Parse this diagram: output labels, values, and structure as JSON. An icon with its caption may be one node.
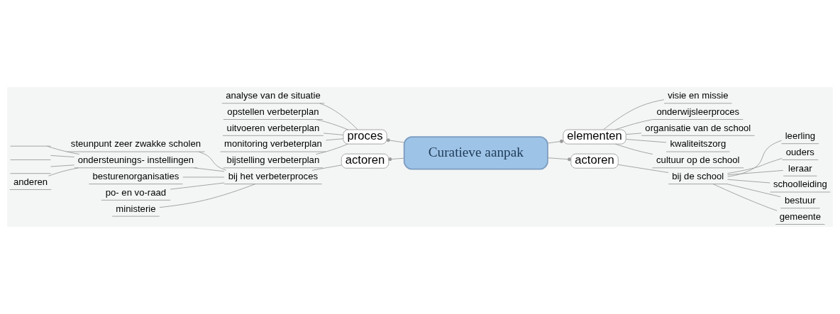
{
  "diagram": {
    "nodes": [
      {
        "text": [
          "Curatieve aanpak"
        ]
      },
      {
        "text": [
          "proces"
        ]
      },
      {
        "text": [
          "analyse van de situatie"
        ]
      },
      {
        "text": [
          "opstellen verbeterplan"
        ]
      },
      {
        "text": [
          "uitvoeren verbeterplan"
        ]
      },
      {
        "text": [
          "monitoring verbeterplan"
        ]
      },
      {
        "text": [
          "bijstelling verbeterplan"
        ]
      },
      {
        "text": [
          "elementen"
        ]
      },
      {
        "text": [
          "visie en missie"
        ]
      },
      {
        "text": [
          "onderwijsleerproces"
        ]
      },
      {
        "text": [
          "organisatie van de school"
        ]
      },
      {
        "text": [
          "kwaliteitszorg"
        ]
      },
      {
        "text": [
          "cultuur op de school"
        ]
      },
      {
        "text": [
          "actoren"
        ]
      },
      {
        "text": [
          "bij het verbeterproces"
        ]
      },
      {
        "text": [
          "steunpunt zeer zwakke scholen"
        ]
      },
      {
        "text": [
          "ondersteunings- instellingen"
        ]
      },
      {
        "text": [],
        "shape": "bar"
      },
      {
        "text": [],
        "shape": "bar"
      },
      {
        "text": [],
        "shape": "bar"
      },
      {
        "text": [
          "anderen"
        ]
      },
      {
        "text": [
          "besturenorganisaties"
        ]
      },
      {
        "text": [
          "po- en vo-raad"
        ]
      },
      {
        "text": [
          "ministerie"
        ]
      },
      {
        "text": [
          "actoren"
        ]
      },
      {
        "text": [
          "bij de school"
        ]
      },
      {
        "text": [
          "leerling"
        ]
      },
      {
        "text": [
          "ouders"
        ]
      },
      {
        "text": [
          "leraar"
        ]
      },
      {
        "text": [
          "schoolleiding"
        ]
      },
      {
        "text": [
          "bestuur"
        ]
      },
      {
        "text": [
          "gemeente"
        ]
      }
    ],
    "edges": [
      {
        "from": 0,
        "to": 1,
        "arrow": "other"
      },
      {
        "from": 1,
        "to": 2,
        "arrow": "none"
      },
      {
        "from": 1,
        "to": 3,
        "arrow": "none"
      },
      {
        "from": 1,
        "to": 4,
        "arrow": "none"
      },
      {
        "from": 1,
        "to": 5,
        "arrow": "none"
      },
      {
        "from": 1,
        "to": 6,
        "arrow": "none"
      },
      {
        "from": 0,
        "to": 7,
        "arrow": "other"
      },
      {
        "from": 7,
        "to": 8,
        "arrow": "none"
      },
      {
        "from": 7,
        "to": 9,
        "arrow": "none"
      },
      {
        "from": 7,
        "to": 10,
        "arrow": "none"
      },
      {
        "from": 7,
        "to": 11,
        "arrow": "none"
      },
      {
        "from": 7,
        "to": 12,
        "arrow": "none"
      },
      {
        "from": 0,
        "to": 13,
        "arrow": "other"
      },
      {
        "from": 13,
        "to": 14,
        "arrow": "none"
      },
      {
        "from": 14,
        "to": 15,
        "arrow": "none"
      },
      {
        "from": 14,
        "to": 16,
        "arrow": "none"
      },
      {
        "from": 16,
        "to": 17,
        "arrow": "none"
      },
      {
        "from": 16,
        "to": 18,
        "arrow": "none"
      },
      {
        "from": 16,
        "to": 19,
        "arrow": "none"
      },
      {
        "from": 16,
        "to": 20,
        "arrow": "none"
      },
      {
        "from": 14,
        "to": 21,
        "arrow": "none"
      },
      {
        "from": 14,
        "to": 22,
        "arrow": "none"
      },
      {
        "from": 14,
        "to": 23,
        "arrow": "none"
      },
      {
        "from": 0,
        "to": 24,
        "arrow": "other"
      },
      {
        "from": 24,
        "to": 25,
        "arrow": "none"
      },
      {
        "from": 25,
        "to": 26,
        "arrow": "none"
      },
      {
        "from": 25,
        "to": 27,
        "arrow": "none"
      },
      {
        "from": 25,
        "to": 28,
        "arrow": "none"
      },
      {
        "from": 25,
        "to": 29,
        "arrow": "none"
      },
      {
        "from": 25,
        "to": 30,
        "arrow": "none"
      },
      {
        "from": 25,
        "to": 31,
        "arrow": "none"
      }
    ]
  }
}
